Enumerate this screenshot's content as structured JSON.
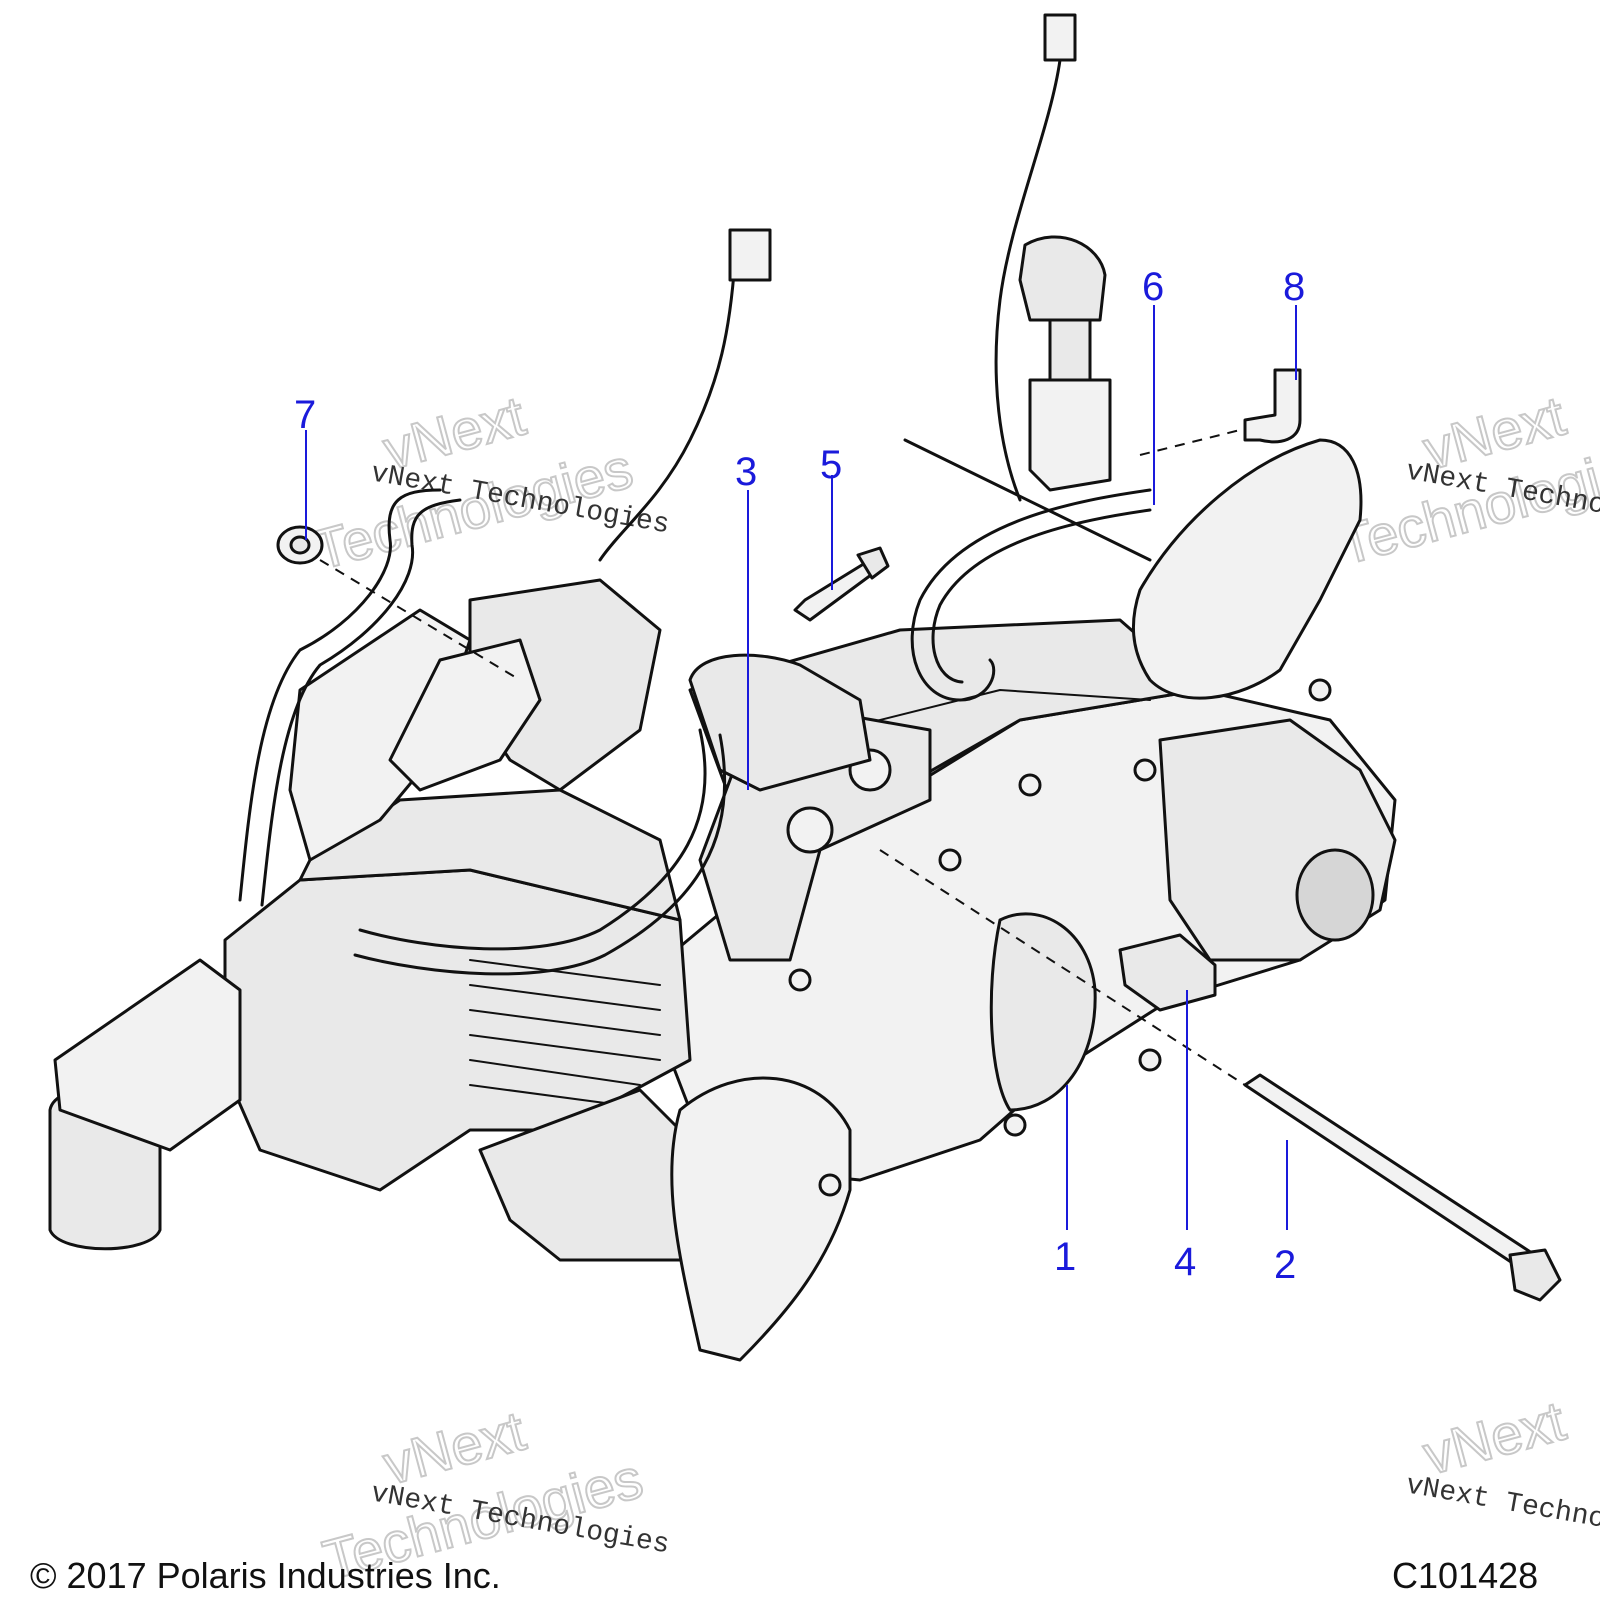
{
  "copyright": "© 2017 Polaris Industries Inc.",
  "drawing_number": "C101428",
  "watermark": {
    "line1": "vNext Technologies",
    "line2": "vNext",
    "line3": "Technologies"
  },
  "callouts": [
    {
      "id": "1",
      "label": "1"
    },
    {
      "id": "2",
      "label": "2"
    },
    {
      "id": "3",
      "label": "3"
    },
    {
      "id": "4",
      "label": "4"
    },
    {
      "id": "5",
      "label": "5"
    },
    {
      "id": "6",
      "label": "6"
    },
    {
      "id": "7",
      "label": "7"
    },
    {
      "id": "8",
      "label": "8"
    }
  ]
}
